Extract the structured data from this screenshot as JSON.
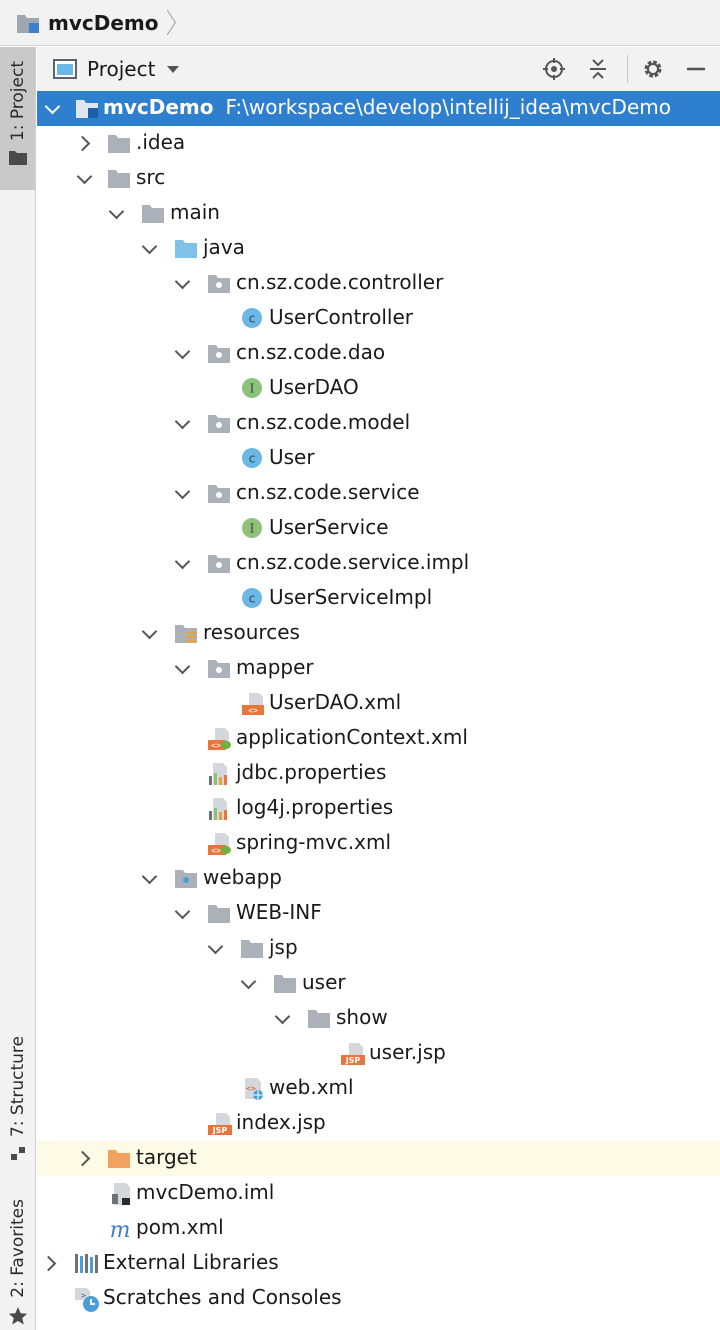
{
  "breadcrumb": {
    "label": "mvcDemo",
    "icon": "module-folder-icon"
  },
  "tool_stripe": {
    "project_tab": "1: Project",
    "structure_tab": "7: Structure",
    "favorites_tab": "2: Favorites"
  },
  "panel_header": {
    "title": "Project",
    "buttons": [
      "locate-icon",
      "collapse-all-icon",
      "gear-icon",
      "minimize-icon"
    ]
  },
  "tree": {
    "root_label": "mvcDemo",
    "root_path": "F:\\workspace\\develop\\intellij_idea\\mvcDemo",
    "idea": ".idea",
    "src": "src",
    "main": "main",
    "java": "java",
    "pkg_controller": "cn.sz.code.controller",
    "user_controller": "UserController",
    "pkg_dao": "cn.sz.code.dao",
    "user_dao": "UserDAO",
    "pkg_model": "cn.sz.code.model",
    "user": "User",
    "pkg_service": "cn.sz.code.service",
    "user_service": "UserService",
    "pkg_service_impl": "cn.sz.code.service.impl",
    "user_service_impl": "UserServiceImpl",
    "resources": "resources",
    "mapper": "mapper",
    "user_dao_xml": "UserDAO.xml",
    "application_context": "applicationContext.xml",
    "jdbc_properties": "jdbc.properties",
    "log4j_properties": "log4j.properties",
    "spring_mvc": "spring-mvc.xml",
    "webapp": "webapp",
    "web_inf": "WEB-INF",
    "jsp": "jsp",
    "user_dir": "user",
    "show": "show",
    "user_jsp": "user.jsp",
    "web_xml": "web.xml",
    "index_jsp": "index.jsp",
    "target": "target",
    "iml": "mvcDemo.iml",
    "pom": "pom.xml",
    "external_libraries": "External Libraries",
    "scratches": "Scratches and Consoles"
  },
  "colors": {
    "selection": "#2f7fcf",
    "highlight_row": "#fdfbe5",
    "class_icon": "#6cb7e4",
    "interface_icon": "#8ec17c",
    "folder_gray": "#aab1b8",
    "folder_blue": "#7fc1e8",
    "folder_orange": "#f0a25e"
  }
}
